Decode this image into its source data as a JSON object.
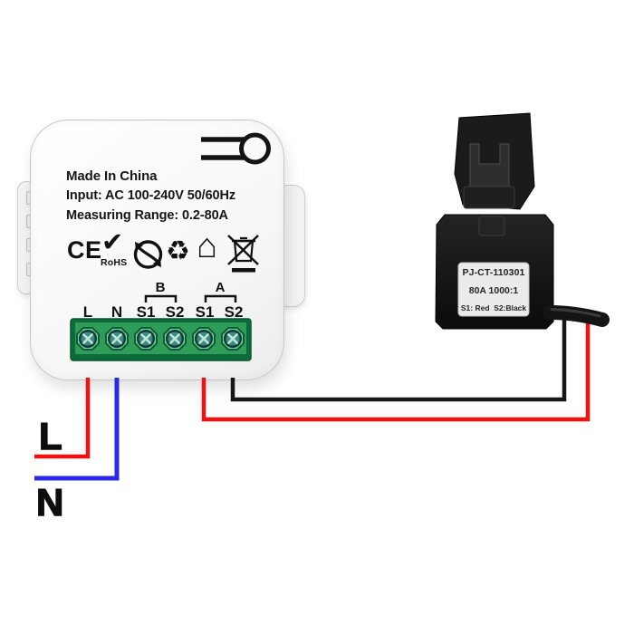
{
  "device_module": {
    "line1": "Made In China",
    "line2": "Input: AC 100-240V 50/60Hz",
    "line3": "Measuring Range: 0.2-80A",
    "ce_mark": "CE",
    "rohs": "RoHS",
    "channel_b": "B",
    "channel_a": "A",
    "terminals": [
      "L",
      "N",
      "S1",
      "S2",
      "S1",
      "S2"
    ]
  },
  "icons": {
    "check_glyph": "✔",
    "recycle_glyph": "♻",
    "house_glyph": "⌂"
  },
  "wiring": {
    "line_label": "L",
    "neutral_label": "N",
    "line_color": "#f50f0f",
    "neutral_color": "#2a2ae6",
    "ct_s1_wire_color": "#f50f0f",
    "ct_s2_wire_color": "#161616"
  },
  "ct_clamp": {
    "model": "PJ-CT-110301",
    "rating": "80A 1000:1",
    "note": "S1: Red  S2:Black"
  },
  "colors": {
    "terminal_block_green": "#2f9c59",
    "terminal_block_border": "#0c6b3a",
    "module_body": "#f8f8f8",
    "clamp_black": "#141414"
  }
}
